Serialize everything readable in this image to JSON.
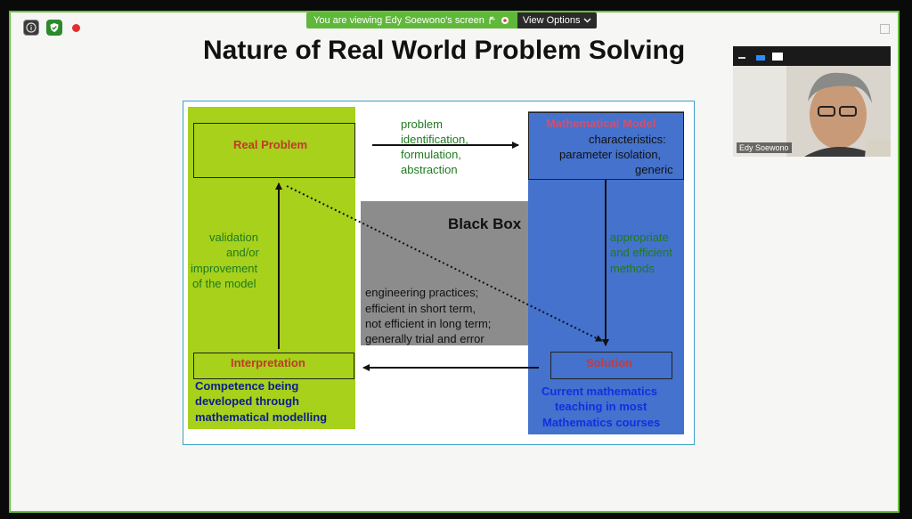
{
  "banner": {
    "viewing_text": "You are viewing Edy Soewono's screen",
    "options_label": "View Options"
  },
  "slide": {
    "title": "Nature of Real World Problem Solving",
    "real_problem": "Real Problem",
    "arrow_top_label": [
      "problem",
      "identification,",
      "formulation,",
      "abstraction"
    ],
    "math_model_title": "Mathematical Model",
    "math_model_desc": [
      "characteristics:",
      "parameter isolation,",
      "generic"
    ],
    "black_box_title": "Black Box",
    "black_box_desc": [
      "engineering practices;",
      "efficient in short term,",
      "not efficient in long term;",
      "generally trial and error"
    ],
    "validation_label": [
      "validation",
      "and/or",
      "improvement",
      "of the model"
    ],
    "methods_label": [
      "appropriate",
      "and efficient",
      "methods"
    ],
    "interpretation": "Interpretation",
    "solution": "Solution",
    "competence": [
      "Competence being",
      "developed through",
      "mathematical modelling"
    ],
    "current_math": [
      "Current mathematics",
      "teaching in most",
      "Mathematics courses"
    ]
  },
  "video": {
    "participant_name": "Edy Soewono"
  },
  "colors": {
    "frame_border": "#67c23a",
    "green_column": "#a7d11b",
    "blue_column": "#4472cc",
    "gray_box": "#8c8c8c"
  }
}
